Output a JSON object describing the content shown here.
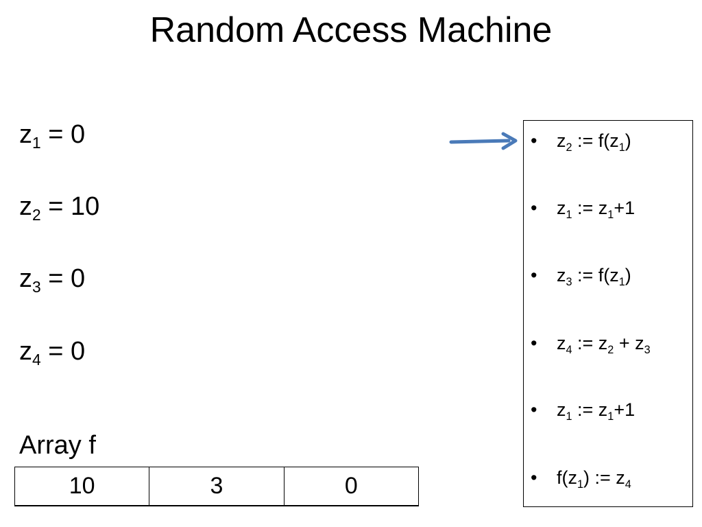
{
  "slide": {
    "title": "Random Access Machine"
  },
  "registers": [
    {
      "name": "z",
      "index": "1",
      "op": " = ",
      "value": "0"
    },
    {
      "name": "z",
      "index": "2",
      "op": " = ",
      "value": "10"
    },
    {
      "name": "z",
      "index": "3",
      "op": " = ",
      "value": "0"
    },
    {
      "name": "z",
      "index": "4",
      "op": " = ",
      "value": "0"
    }
  ],
  "array": {
    "label": "Array f",
    "cells": [
      "10",
      "3",
      "0"
    ]
  },
  "program": {
    "bullet": "•",
    "current_instruction": 0,
    "arrow_color": "#4a7ab8",
    "instructions": [
      {
        "parts": [
          {
            "t": "z"
          },
          {
            "s": "2"
          },
          {
            "t": " := f(z"
          },
          {
            "s": "1"
          },
          {
            "t": ")"
          }
        ]
      },
      {
        "parts": [
          {
            "t": "z"
          },
          {
            "s": "1"
          },
          {
            "t": " := z"
          },
          {
            "s": "1"
          },
          {
            "t": "+1"
          }
        ]
      },
      {
        "parts": [
          {
            "t": "z"
          },
          {
            "s": "3"
          },
          {
            "t": " := f(z"
          },
          {
            "s": "1"
          },
          {
            "t": ")"
          }
        ]
      },
      {
        "parts": [
          {
            "t": "z"
          },
          {
            "s": "4"
          },
          {
            "t": " := z"
          },
          {
            "s": "2"
          },
          {
            "t": " + z"
          },
          {
            "s": "3"
          }
        ]
      },
      {
        "parts": [
          {
            "t": "z"
          },
          {
            "s": "1"
          },
          {
            "t": " := z"
          },
          {
            "s": "1"
          },
          {
            "t": "+1"
          }
        ]
      },
      {
        "parts": [
          {
            "t": "f(z"
          },
          {
            "s": "1"
          },
          {
            "t": ") := z"
          },
          {
            "s": "4"
          }
        ]
      }
    ]
  }
}
